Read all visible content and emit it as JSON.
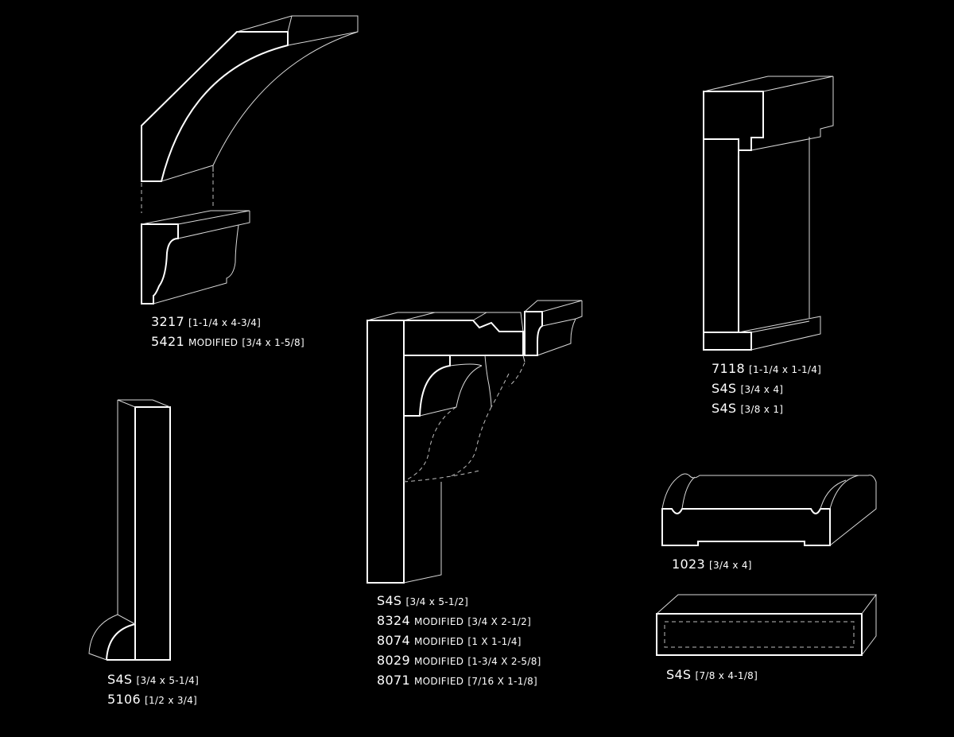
{
  "diagram": {
    "background": "#000000",
    "line_color": "#ffffff",
    "groups": [
      {
        "id": "crown",
        "labels": [
          {
            "code": "3217",
            "modifier": "",
            "dimension": "[1-1/4 x 4-3/4]"
          },
          {
            "code": "5421",
            "modifier": "MODIFIED",
            "dimension": "[3/4 x 1-5/8]"
          }
        ]
      },
      {
        "id": "base-cove",
        "labels": [
          {
            "code": "S4S",
            "modifier": "",
            "dimension": "[3/4 x 5-1/4]"
          },
          {
            "code": "5106",
            "modifier": "",
            "dimension": "[1/2 x 3/4]"
          }
        ]
      },
      {
        "id": "corbel",
        "labels": [
          {
            "code": "S4S",
            "modifier": "",
            "dimension": "[3/4 x 5-1/2]"
          },
          {
            "code": "8324",
            "modifier": "MODIFIED",
            "dimension": "[3/4 X 2-1/2]"
          },
          {
            "code": "8074",
            "modifier": "MODIFIED",
            "dimension": "[1 X 1-1/4]"
          },
          {
            "code": "8029",
            "modifier": "MODIFIED",
            "dimension": "[1-3/4 X 2-5/8]"
          },
          {
            "code": "8071",
            "modifier": "MODIFIED",
            "dimension": "[7/16 X 1-1/8]"
          }
        ]
      },
      {
        "id": "casing",
        "labels": [
          {
            "code": "7118",
            "modifier": "",
            "dimension": "[1-1/4 x 1-1/4]"
          },
          {
            "code": "S4S",
            "modifier": "",
            "dimension": "[3/4 x 4]"
          },
          {
            "code": "S4S",
            "modifier": "",
            "dimension": "[3/8 x 1]"
          }
        ]
      },
      {
        "id": "base-1023",
        "labels": [
          {
            "code": "1023",
            "modifier": "",
            "dimension": "[3/4 x 4]"
          }
        ]
      },
      {
        "id": "board",
        "labels": [
          {
            "code": "S4S",
            "modifier": "",
            "dimension": "[7/8 x 4-1/8]"
          }
        ]
      }
    ]
  }
}
